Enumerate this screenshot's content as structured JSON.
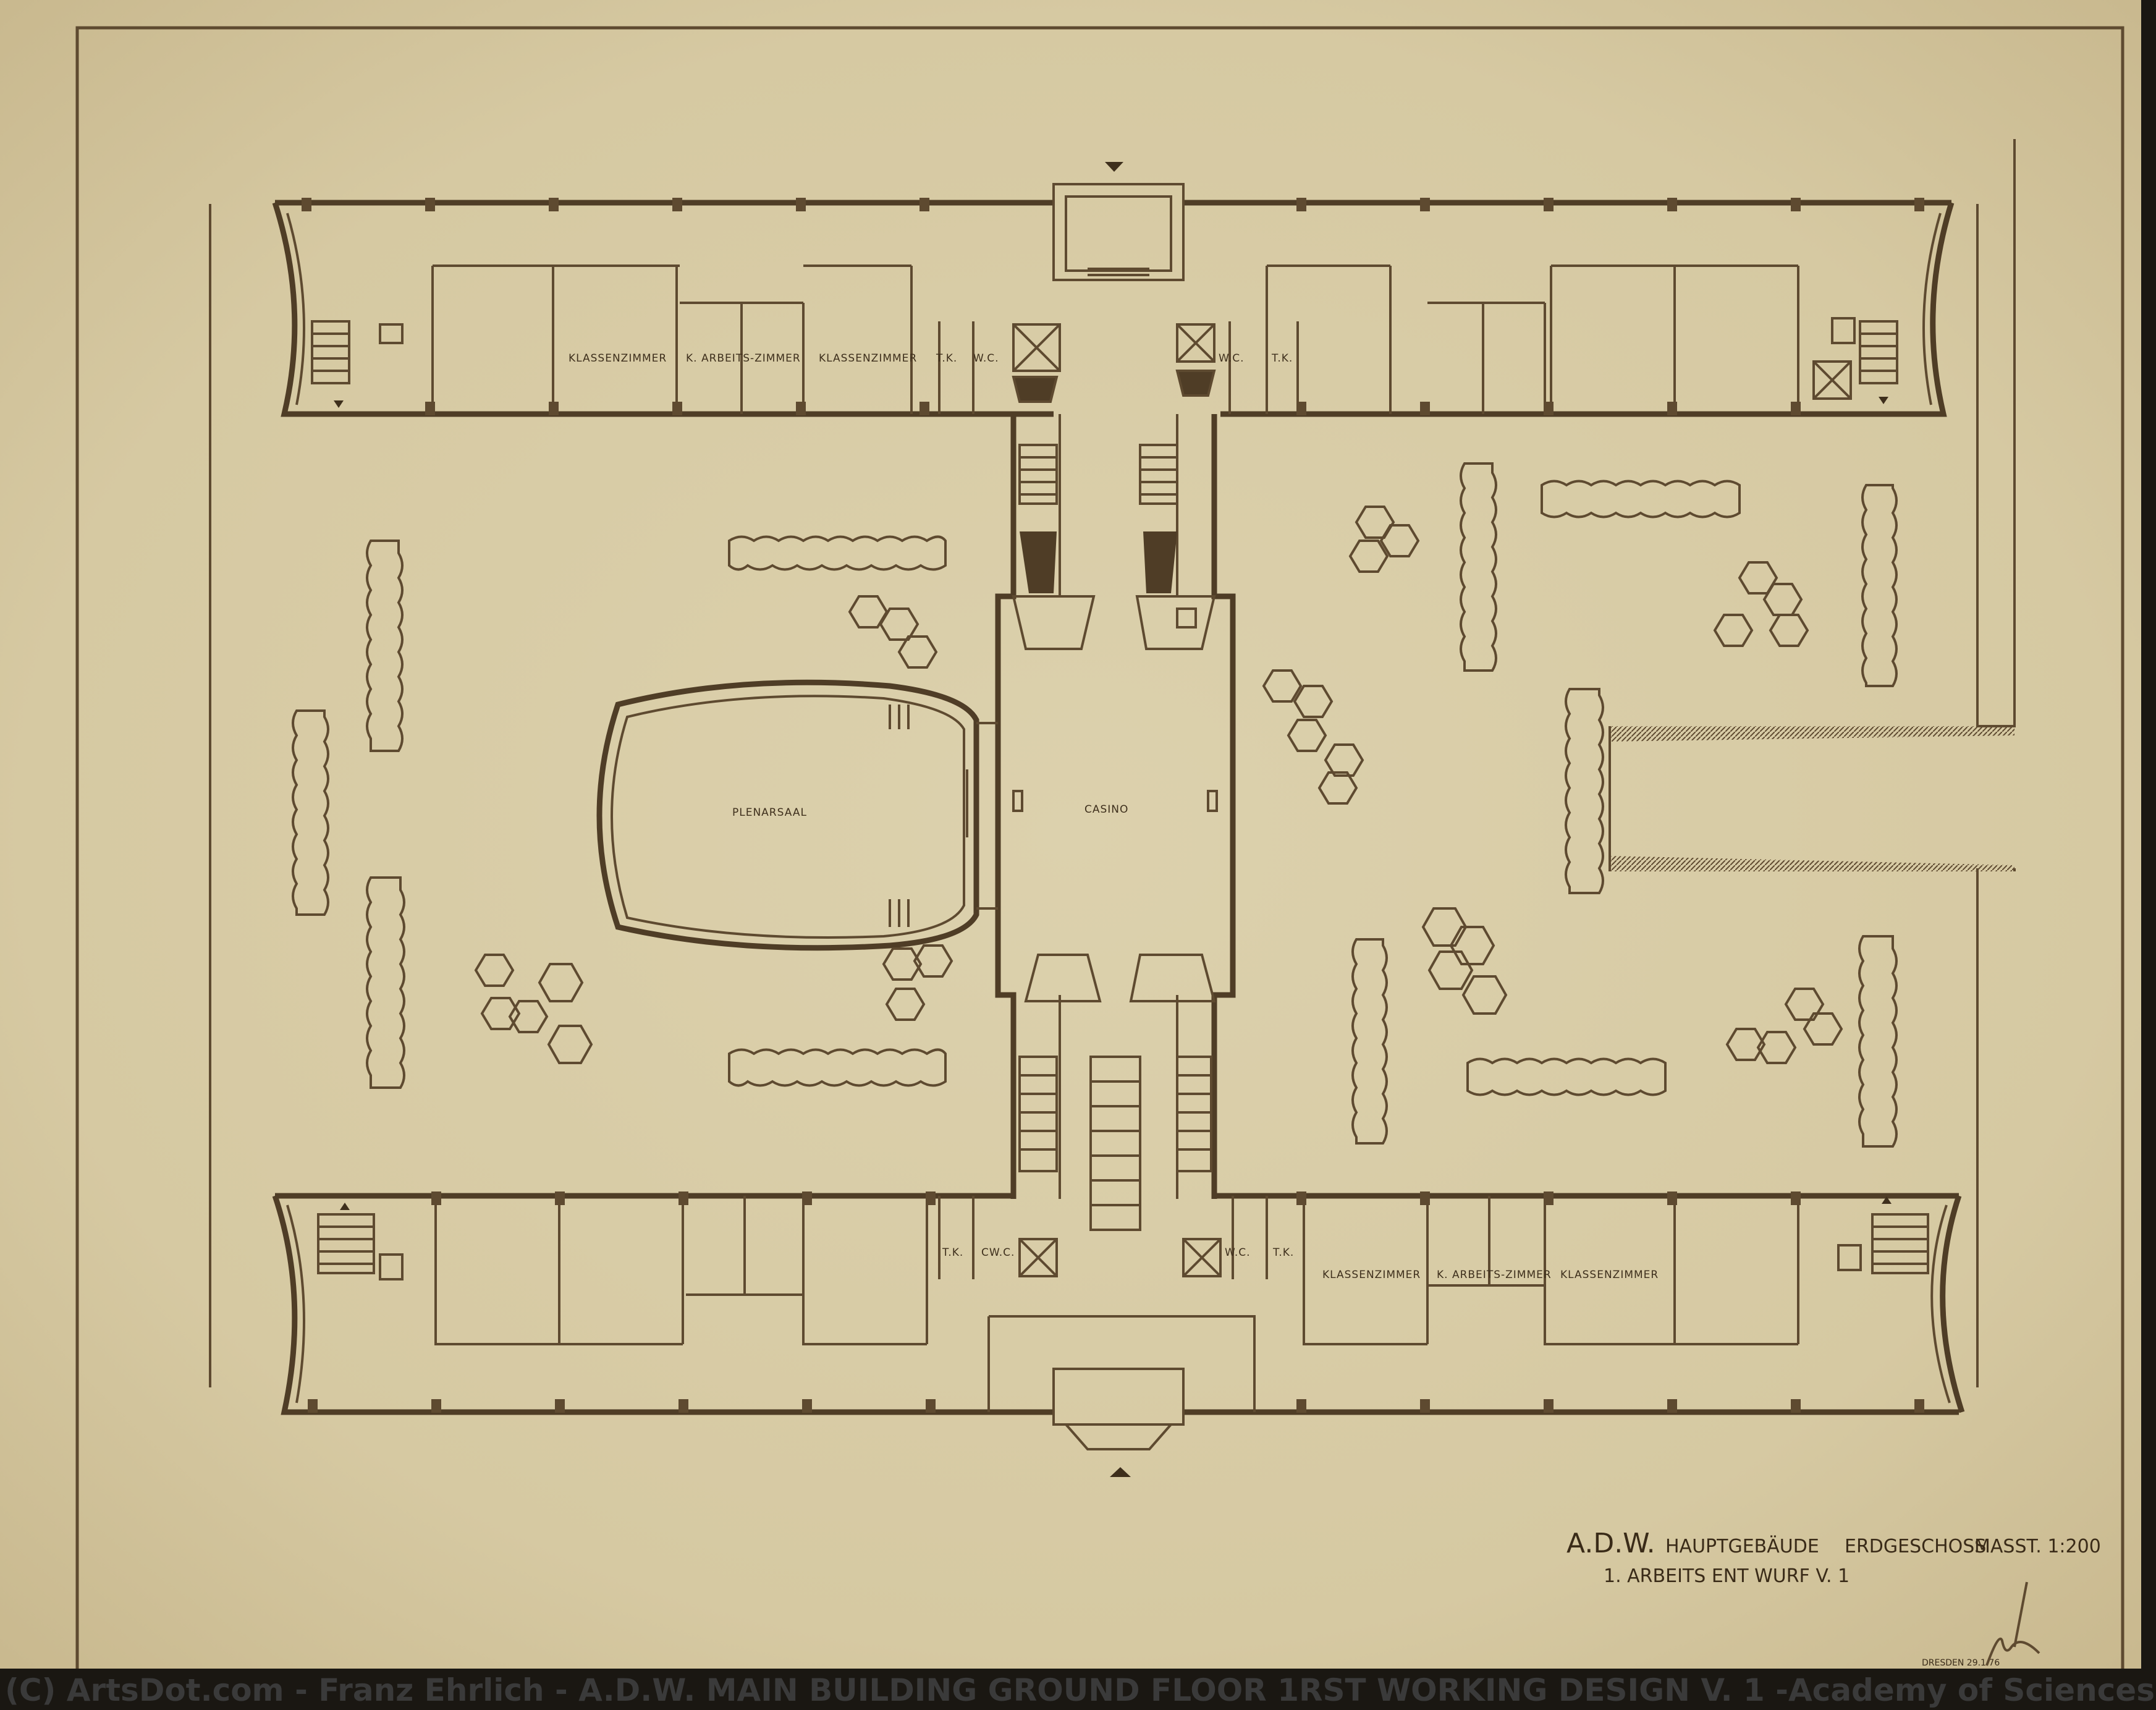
{
  "drawing": {
    "rooms": {
      "classroom": "KLASSENZIMMER",
      "work_room": "K. ARBEITS-ZIMMER",
      "toilet": "W.C.",
      "toilet_alt": "CW.C.",
      "tk": "T.K.",
      "plenary_hall": "PLENARSAAL",
      "casino": "CASINO"
    },
    "title_block": {
      "initials": "A.D.W.",
      "building": "HAUPTGEBÄUDE",
      "floor": "ERDGESCHOSS",
      "scale": "MASST. 1:200",
      "version": "1. ARBEITS ENT WURF  V. 1",
      "place_date": "DRESDEN 29.1.76"
    }
  },
  "caption": "(C) ArtsDot.com - Franz Ehrlich - A.D.W. MAIN BUILDING GROUND FLOOR 1RST WORKING DESIGN V. 1 -Academy of Sciences- floor plan",
  "colors": {
    "paper": "#d9cda8",
    "ink": "#5e4a30",
    "background": "#1a1712"
  }
}
